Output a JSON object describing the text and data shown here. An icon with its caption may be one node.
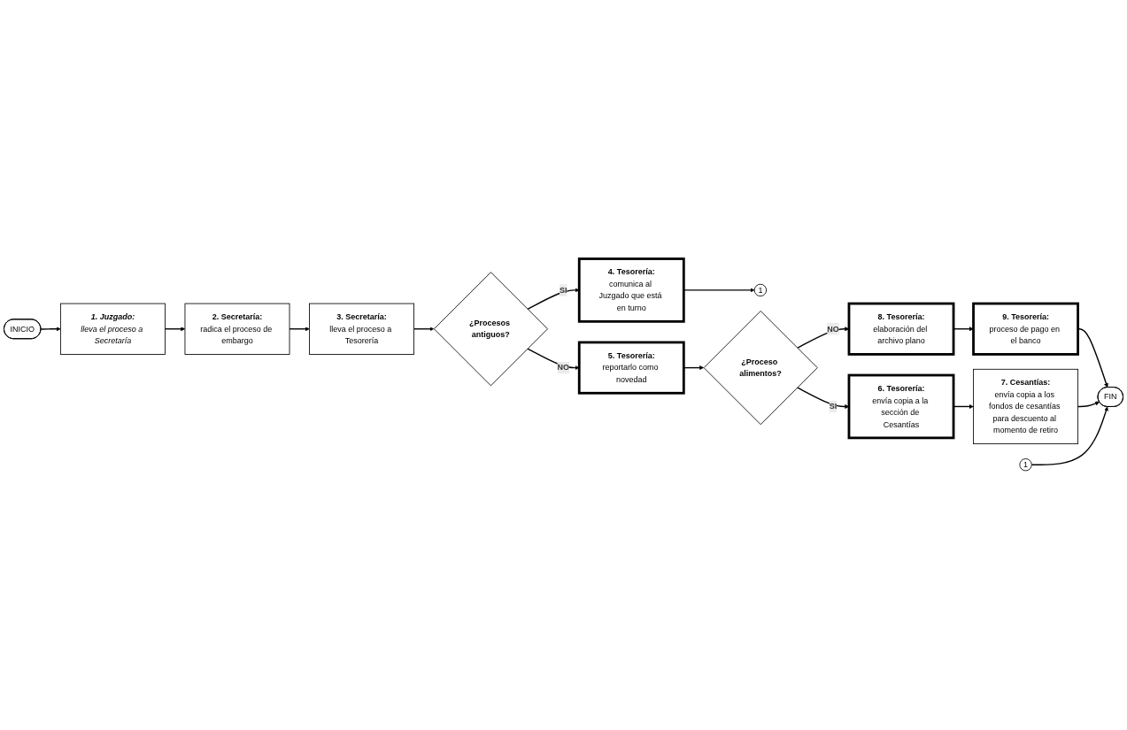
{
  "diagram": {
    "nodes": [
      {
        "text": [
          "INICIO"
        ]
      },
      {
        "text": [
          "1. Juzgado:",
          "lleva el proceso a Secretaría"
        ]
      },
      {
        "text": [
          "2. Secretaría:",
          "radica el proceso de embargo"
        ]
      },
      {
        "text": [
          "3. Secretaría:",
          "lleva el proceso a Tesorería"
        ]
      },
      {
        "text": [
          "¿Procesos antiguos?"
        ]
      },
      {
        "text": [
          "4. Tesorería:",
          "comunica al Juzgado que está en turno"
        ]
      },
      {
        "text": [
          "1"
        ]
      },
      {
        "text": [
          "5. Tesorería:",
          "reportarlo como novedad"
        ]
      },
      {
        "text": [
          "¿Proceso alimentos?"
        ]
      },
      {
        "text": [
          "8. Tesorería:",
          "elaboración del archivo plano"
        ]
      },
      {
        "text": [
          "9. Tesorería:",
          "proceso de pago en el banco"
        ]
      },
      {
        "text": [
          "FIN"
        ]
      },
      {
        "text": [
          "6. Tesorería:",
          "envía copia a la sección de Cesantías"
        ]
      },
      {
        "text": [
          "7. Cesantías:",
          "envía copia a los fondos de cesantías para descuento al momento de retiro"
        ]
      },
      {
        "text": [
          "1"
        ]
      }
    ],
    "edges": [
      {
        "from": 0,
        "to": 1,
        "arrow": "to"
      },
      {
        "from": 1,
        "to": 2,
        "arrow": "to"
      },
      {
        "from": 2,
        "to": 3,
        "arrow": "to"
      },
      {
        "from": 3,
        "to": 4,
        "arrow": "to"
      },
      {
        "from": 4,
        "to": 5,
        "arrow": "to",
        "label": "SI"
      },
      {
        "from": 4,
        "to": 7,
        "arrow": "to",
        "label": "NO"
      },
      {
        "from": 5,
        "to": 6,
        "arrow": "to"
      },
      {
        "from": 7,
        "to": 8,
        "arrow": "to"
      },
      {
        "from": 8,
        "to": 9,
        "arrow": "to",
        "label": "NO"
      },
      {
        "from": 8,
        "to": 12,
        "arrow": "to",
        "label": "SI"
      },
      {
        "from": 9,
        "to": 10,
        "arrow": "to"
      },
      {
        "from": 10,
        "to": 11,
        "arrow": "to"
      },
      {
        "from": 12,
        "to": 13,
        "arrow": "to"
      },
      {
        "from": 13,
        "to": 11,
        "arrow": "to"
      },
      {
        "from": 14,
        "to": 11,
        "arrow": "to"
      }
    ]
  }
}
